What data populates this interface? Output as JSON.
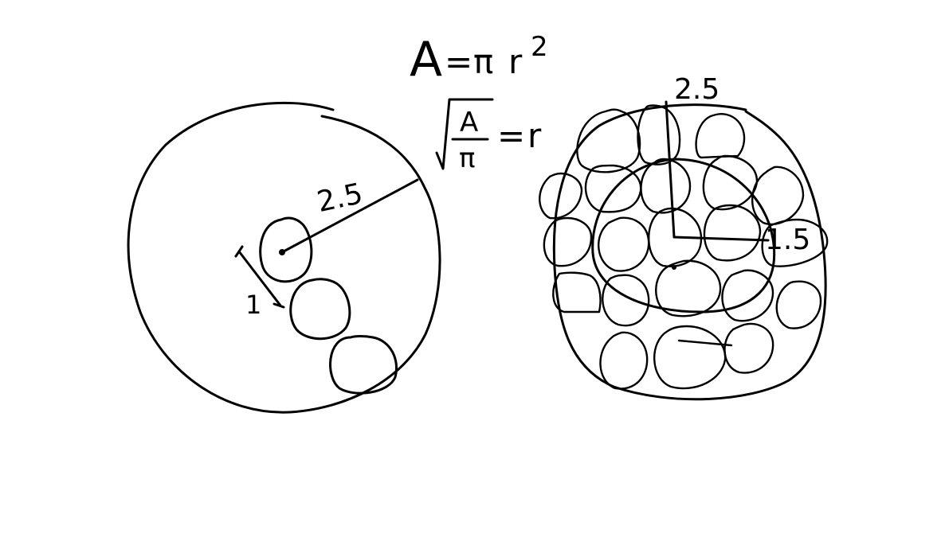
{
  "formulas": {
    "area": {
      "lhs": "A",
      "equals": "=",
      "pi": "π",
      "r": "r",
      "exponent": "2"
    },
    "radius": {
      "numerator": "A",
      "denominator": "π",
      "equals": "=",
      "rhs": "r"
    }
  },
  "left_diagram": {
    "large_radius_label": "2.5",
    "small_diameter_label": "1"
  },
  "right_diagram": {
    "top_radius_label": "2.5",
    "inner_radius_label": "1.5"
  }
}
